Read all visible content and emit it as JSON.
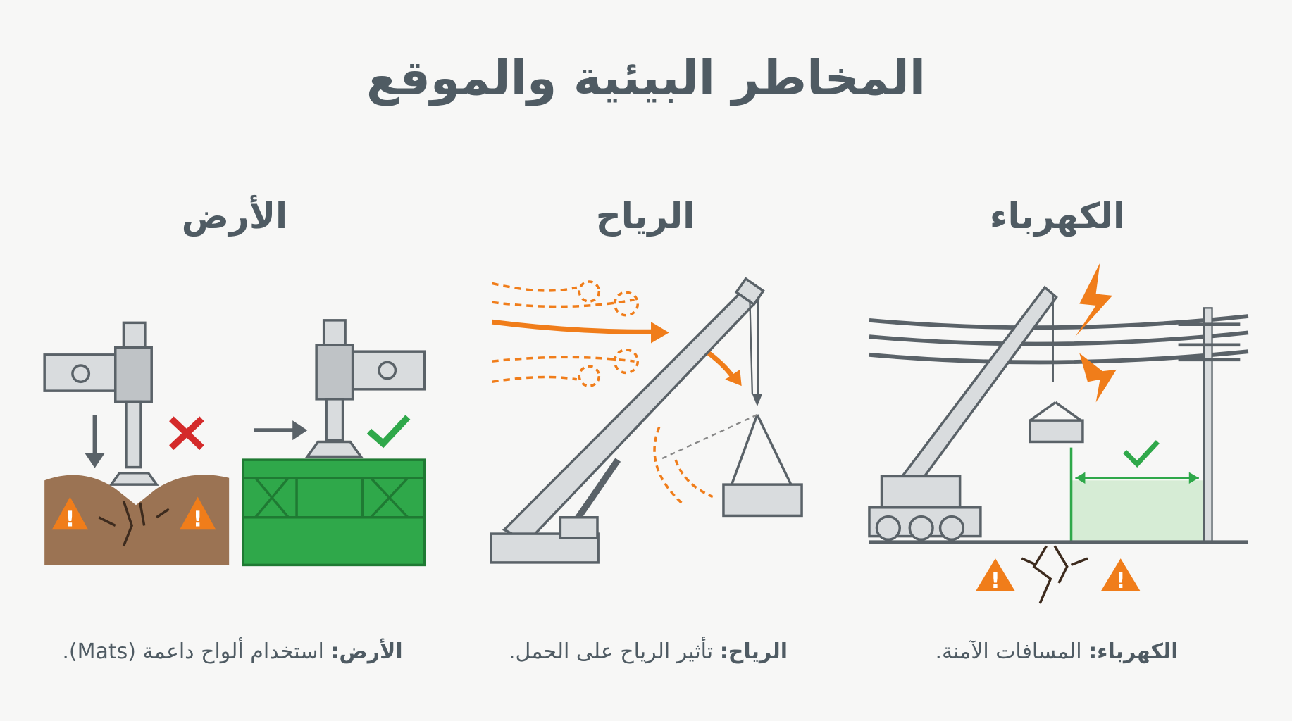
{
  "title": "المخاطر البيئية والموقع",
  "sections": [
    {
      "heading": "الكهرباء",
      "caption_label": "الكهرباء:",
      "caption_text": " المسافات الآمنة."
    },
    {
      "heading": "الرياح",
      "caption_label": "الرياح:",
      "caption_text": " تأثير الرياح على الحمل."
    },
    {
      "heading": "الأرض",
      "caption_label": "الأرض:",
      "caption_text": " استخدام ألواح داعمة (Mats)."
    }
  ],
  "colors": {
    "accent_orange": "#f07d1a",
    "safe_green": "#2fa84a",
    "danger_red": "#d42a2a",
    "soil_brown": "#9b7353",
    "text": "#4f5b63"
  }
}
